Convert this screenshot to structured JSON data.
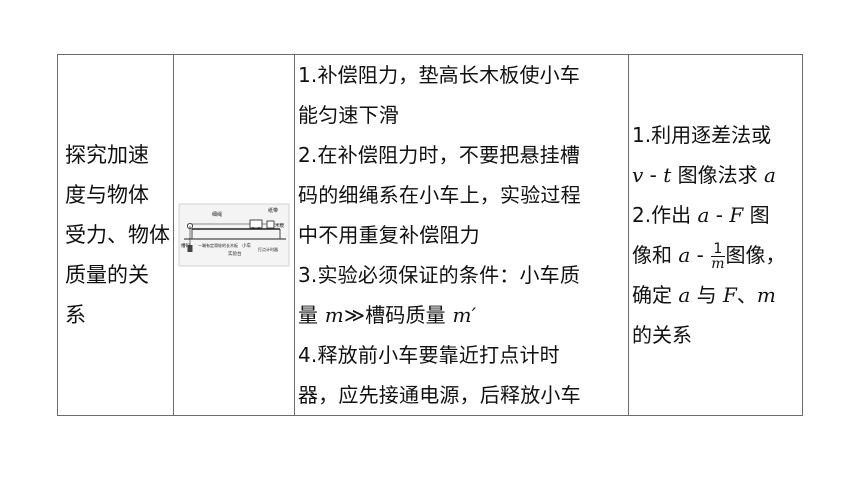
{
  "topic": {
    "lines": [
      "探究加速",
      "度与物体",
      "受力、物体",
      "质量的关",
      "系"
    ]
  },
  "diagram": {
    "labels": {
      "rope": "细绳",
      "tape": "纸带",
      "board": "木板",
      "hook": "槽码",
      "pulley_board": "一端有定滑轮的长木板",
      "lab_table": "实验台",
      "cart": "小车",
      "timer": "打点计时器"
    }
  },
  "steps": {
    "s1": "1.补偿阻力，垫高长木板使小车",
    "s1b": "能匀速下滑",
    "s2": "2.在补偿阻力时，不要把悬挂槽",
    "s2b": "码的细绳系在小车上，实验过程",
    "s2c": "中不用重复补偿阻力",
    "s3": "3.实验必须保证的条件：小车质",
    "s3b_pre": "量 ",
    "s3b_m": "m",
    "s3b_mid": "≫槽码质量 ",
    "s3b_m2": "m′",
    "s4": "4.释放前小车要靠近打点计时",
    "s4b": "器，应先接通电源，后释放小车"
  },
  "method": {
    "m1": "1.利用逐差法或",
    "m2_v": "v",
    "m2_dash": " - ",
    "m2_t": "t",
    "m2_text": " 图像法求 ",
    "m2_a": "a",
    "m3_pre": "2.作出 ",
    "m3_a": "a",
    "m3_dash": " - ",
    "m3_F": "F",
    "m3_post": " 图",
    "m4_pre": "像和 ",
    "m4_a": "a",
    "m4_dash": " - ",
    "m4_num": "1",
    "m4_den": "m",
    "m4_post": "图像，",
    "m5_pre": "确定 ",
    "m5_a": "a",
    "m5_mid": " 与 ",
    "m5_F": "F",
    "m5_sep": "、",
    "m5_m": "m",
    "m6": "的关系"
  }
}
